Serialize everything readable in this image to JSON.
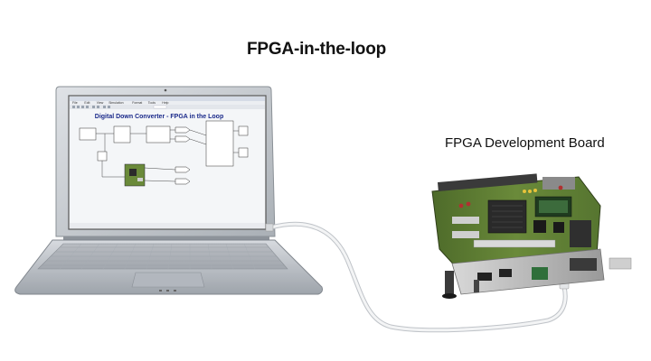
{
  "diagram": {
    "title": "FPGA-in-the-loop",
    "board_label": "FPGA Development Board",
    "screen": {
      "title": "Digital Down Converter - FPGA in the Loop",
      "menu": [
        "File",
        "Edit",
        "View",
        "Simulation",
        "Format",
        "Tools",
        "Help"
      ]
    }
  },
  "colors": {
    "pcb": "#6a8a3a",
    "cable": "#e8e8e8",
    "laptop_body": "#c9ccd1",
    "screen_title": "#1a2a8a"
  }
}
